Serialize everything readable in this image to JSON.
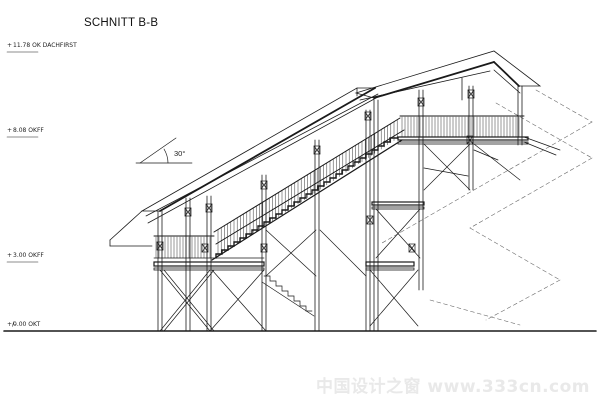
{
  "drawing": {
    "title": "SCHNITT B-B",
    "angle": "30°",
    "levels": [
      {
        "sign": "+",
        "value": "11.78",
        "label": "OK DACHFIRST"
      },
      {
        "sign": "+",
        "value": "8.08",
        "label": "OKFF"
      },
      {
        "sign": "+",
        "value": "3.00",
        "label": "OKFF"
      },
      {
        "sign": "+/-",
        "value": "0.00",
        "label": "OKT"
      }
    ]
  },
  "watermark": "中国设计之窗 www.333cn.com",
  "colors": {
    "line": "#1a1a1a",
    "dashed": "#6a6a6a",
    "background": "#ffffff"
  }
}
